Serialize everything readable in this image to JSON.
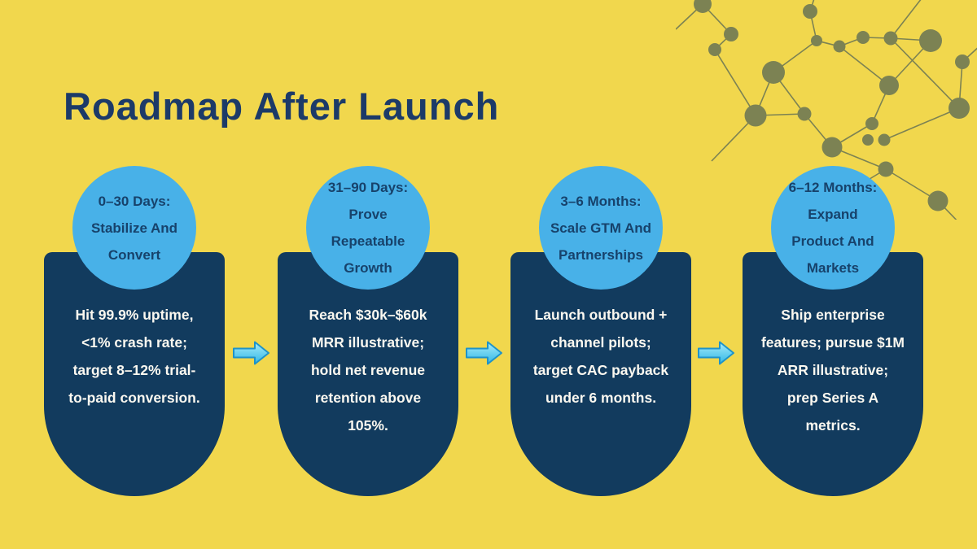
{
  "title": "Roadmap After Launch",
  "colors": {
    "background": "#F1D74D",
    "panel_navy": "#123B5E",
    "title_navy": "#1C3A68",
    "circle_blue": "#48B1E8",
    "circle_text_navy": "#17426B",
    "body_text": "#FBF8F0",
    "arrow_fill_top": "#A8ECFA",
    "arrow_fill_bottom": "#30B7E5",
    "arrow_stroke": "#1F93C9",
    "decoration_olive": "#7C8253"
  },
  "icons": {
    "stage_arrow": "right-block-arrow-icon",
    "decoration": "network-nodes-decoration"
  },
  "stages": [
    {
      "phase_lines": [
        "0–30 Days:",
        "Stabilize And",
        "Convert"
      ],
      "body_lines": [
        "Hit 99.9% uptime,",
        "<1% crash rate;",
        "target 8–12% trial-",
        "to-paid conversion."
      ]
    },
    {
      "phase_lines": [
        "31–90 Days:",
        "Prove",
        "Repeatable",
        "Growth"
      ],
      "body_lines": [
        "Reach $30k–$60k",
        "MRR illustrative;",
        "hold net revenue",
        "retention above",
        "105%."
      ]
    },
    {
      "phase_lines": [
        "3–6 Months:",
        "Scale GTM And",
        "Partnerships"
      ],
      "body_lines": [
        "Launch outbound +",
        "channel pilots;",
        "target CAC payback",
        "under 6 months."
      ]
    },
    {
      "phase_lines": [
        "6–12 Months:",
        "Expand",
        "Product And",
        "Markets"
      ],
      "body_lines": [
        "Ship enterprise",
        "features; pursue $1M",
        "ARR illustrative;",
        "prep Series A",
        "metrics."
      ]
    }
  ]
}
